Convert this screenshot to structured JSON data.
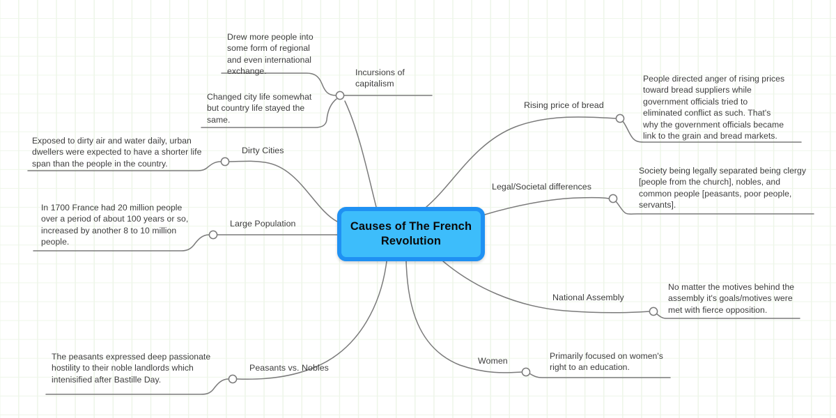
{
  "center": {
    "title": "Causes of The French\nRevolution",
    "fill_color": "#3dbdfb",
    "border_color": "#1f91f3",
    "text_color": "#0a0a0a"
  },
  "theme": {
    "grid_color": "#edf5e8",
    "background": "#ffffff",
    "wire_color": "#7a7a7a",
    "node_fill": "#ffffff",
    "text_color": "#3c3c3c"
  },
  "branches": [
    {
      "id": "incursions-of-capitalism",
      "label": "Incursions of\ncapitalism",
      "leaves": [
        {
          "id": "regional-international-exchange",
          "text": "Drew more people into\nsome form of regional\nand even international\nexchange."
        },
        {
          "id": "changed-city-life",
          "text": "Changed city life somewhat\nbut country life stayed the\nsame."
        }
      ]
    },
    {
      "id": "dirty-cities",
      "label": "Dirty Cities",
      "leaves": [
        {
          "id": "shorter-life-span",
          "text": "Exposed to dirty air and water daily, urban\ndwellers were expected to have a shorter life\nspan than the people in the country."
        }
      ]
    },
    {
      "id": "large-population",
      "label": "Large Population",
      "leaves": [
        {
          "id": "population-growth-1700",
          "text": "In 1700 France had 20 million people\nover a period of about 100 years or so,\nincreased by another 8 to 10 million\npeople."
        }
      ]
    },
    {
      "id": "peasants-vs-nobles",
      "label": "Peasants vs. Nobles",
      "leaves": [
        {
          "id": "hostility-noble-landlords",
          "text": "The peasants expressed deep passionate\nhostility to their noble landlords which\nintenisified after Bastille Day."
        }
      ]
    },
    {
      "id": "rising-price-of-bread",
      "label": "Rising price of bread",
      "leaves": [
        {
          "id": "anger-toward-bread-suppliers",
          "text": "People directed anger of rising prices\ntoward bread suppliers while\ngovernment officials tried to\neliminated conflict as such. That's\nwhy the government officials became\nlink to the grain and bread markets."
        }
      ]
    },
    {
      "id": "legal-societal-differences",
      "label": "Legal/Societal differences",
      "leaves": [
        {
          "id": "society-legally-separated",
          "text": "Society being legally separated being clergy\n[people from the church], nobles, and\ncommon people [peasants, poor people,\nservants]."
        }
      ]
    },
    {
      "id": "national-assembly",
      "label": "National Assembly",
      "leaves": [
        {
          "id": "fierce-opposition",
          "text": "No matter the motives behind the\nassembly it's goals/motives were\nmet with fierce opposition."
        }
      ]
    },
    {
      "id": "women",
      "label": "Women",
      "leaves": [
        {
          "id": "right-to-education",
          "text": "Primarily focused on women's\nright to an education."
        }
      ]
    }
  ]
}
